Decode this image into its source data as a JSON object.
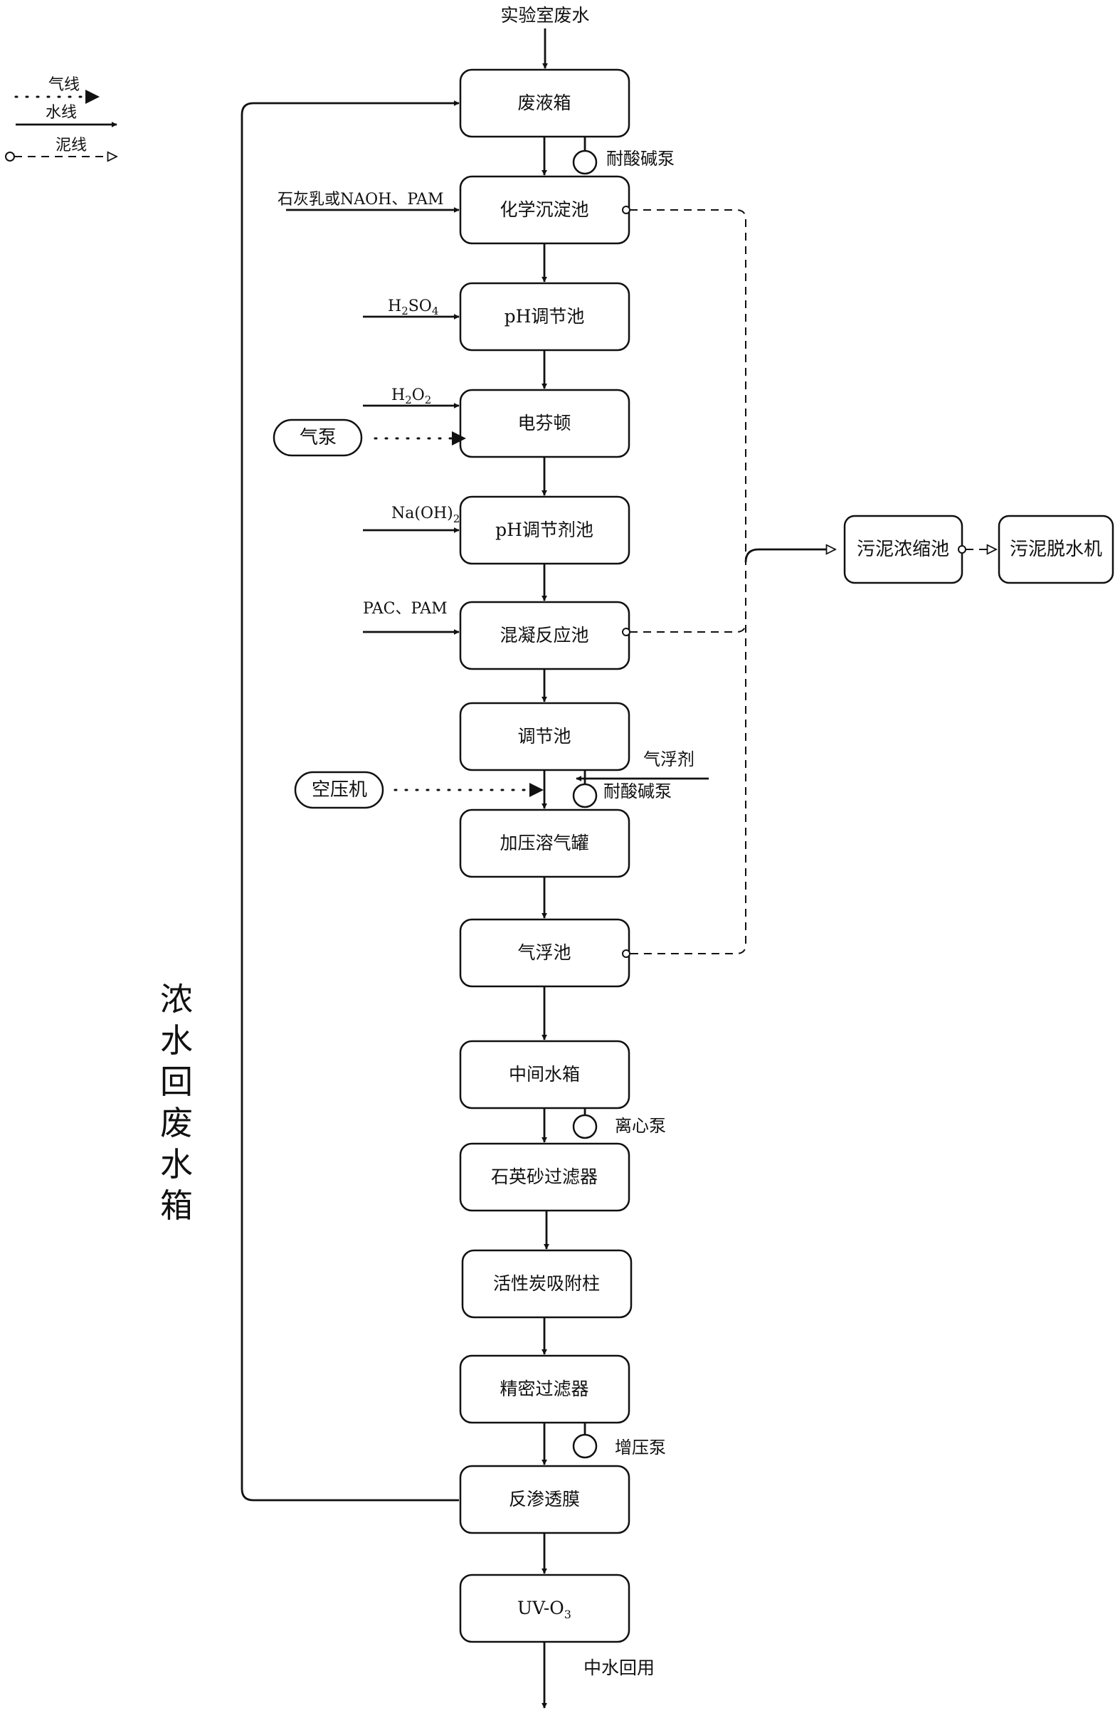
{
  "legend": {
    "gas_line": "气线",
    "water_line": "水线",
    "sludge_line": "泥线"
  },
  "source_label": "实验室废水",
  "output_label": "中水回用",
  "recycle_label_chars": [
    "浓",
    "水",
    "回",
    "废",
    "水",
    "箱"
  ],
  "nodes": {
    "waste_tank": "废液箱",
    "chem_settling": "化学沉淀池",
    "ph_adjust": "pH调节池",
    "electro_fenton": "电芬顿",
    "ph_reagent": "pH调节剂池",
    "coag_reaction": "混凝反应池",
    "equalization": "调节池",
    "pressurized_dissolver": "加压溶气罐",
    "flotation": "气浮池",
    "intermediate_tank": "中间水箱",
    "quartz_filter": "石英砂过滤器",
    "carbon_column": "活性炭吸附柱",
    "precision_filter": "精密过滤器",
    "ro_membrane": "反渗透膜",
    "uv_o3_base": "UV-O",
    "uv_o3_sub": "3"
  },
  "dosing": {
    "lime": "石灰乳或NAOH、PAM",
    "h2so4_base": "H",
    "h2so4_sub1": "2",
    "h2so4_mid": "SO",
    "h2so4_sub2": "4",
    "h2o2_base": "H",
    "h2o2_sub1": "2",
    "h2o2_mid": "O",
    "h2o2_sub2": "2",
    "naoh_base": "Na(OH)",
    "naoh_sub": "2",
    "pac_pam": "PAC、PAM",
    "flotation_agent": "气浮剂"
  },
  "pumps": {
    "acid_pump_1": "耐酸碱泵",
    "acid_pump_2": "耐酸碱泵",
    "centrifugal": "离心泵",
    "booster": "增压泵"
  },
  "equipment": {
    "air_pump": "气泵",
    "air_compressor": "空压机"
  },
  "sludge": {
    "thickener": "污泥浓缩池",
    "dewatering": "污泥脱水机"
  }
}
